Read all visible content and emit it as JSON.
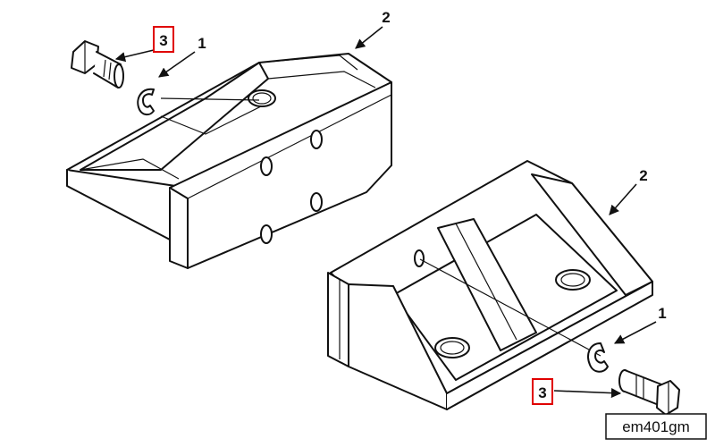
{
  "callouts": {
    "top_item_3": "3",
    "top_item_1": "1",
    "top_item_2": "2",
    "bottom_item_2": "2",
    "bottom_item_1": "1",
    "bottom_item_3": "3"
  },
  "figure_id": "em401gm",
  "highlight_color": "#e00000"
}
